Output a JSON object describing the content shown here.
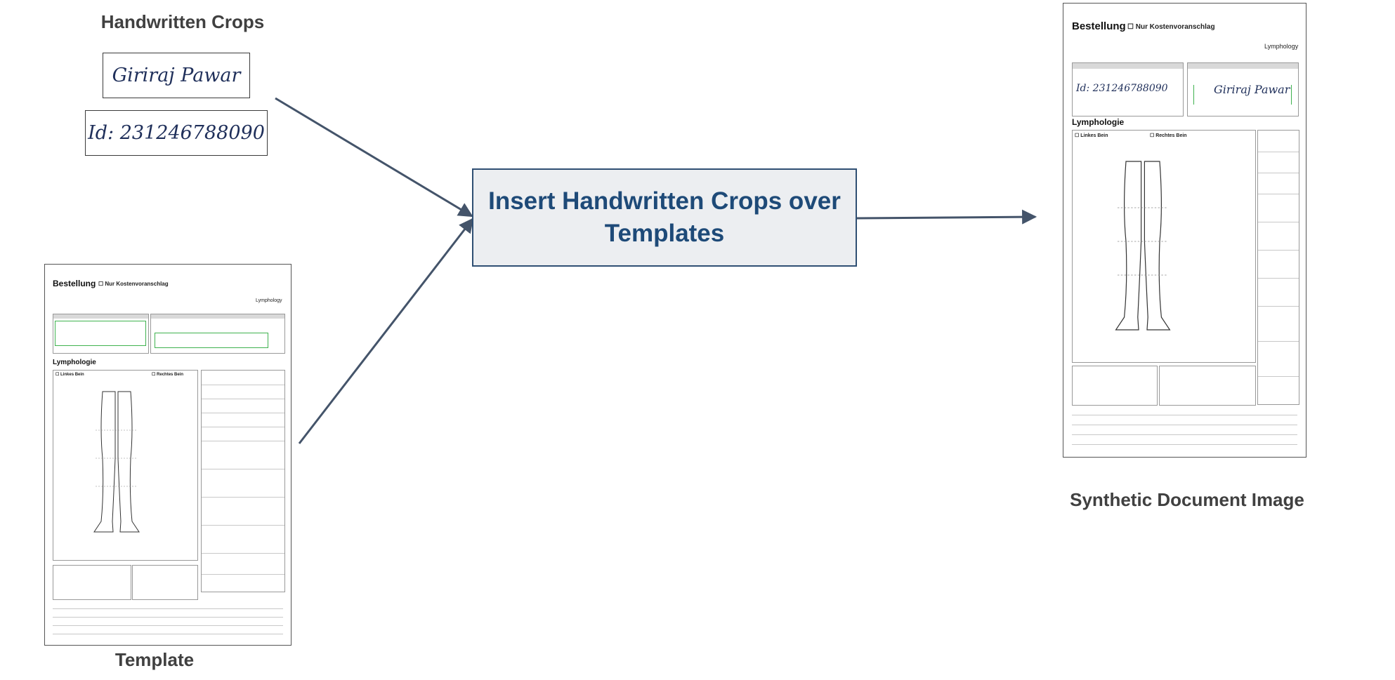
{
  "labels": {
    "handwritten_crops": "Handwritten Crops",
    "template": "Template",
    "synthetic": "Synthetic Document Image",
    "center_line1": "Insert Handwritten Crops over",
    "center_line2": "Templates"
  },
  "crops": {
    "name": "Giriraj Pawar",
    "id": "Id: 231246788090"
  },
  "form": {
    "title": "Bestellung",
    "checkbox_label": "☐ Nur Kostenvoranschlag",
    "right_label": "Lymphology",
    "section": "Lymphologie",
    "left_leg": "☐ Linkes Bein",
    "right_leg": "☐ Rechtes Bein"
  },
  "colors": {
    "arrow": "#44546a",
    "box_fill": "#eceef1",
    "box_border": "#2f4f73",
    "box_text": "#1e4a78",
    "heading": "#404040",
    "green_field": "#3fb24f"
  }
}
